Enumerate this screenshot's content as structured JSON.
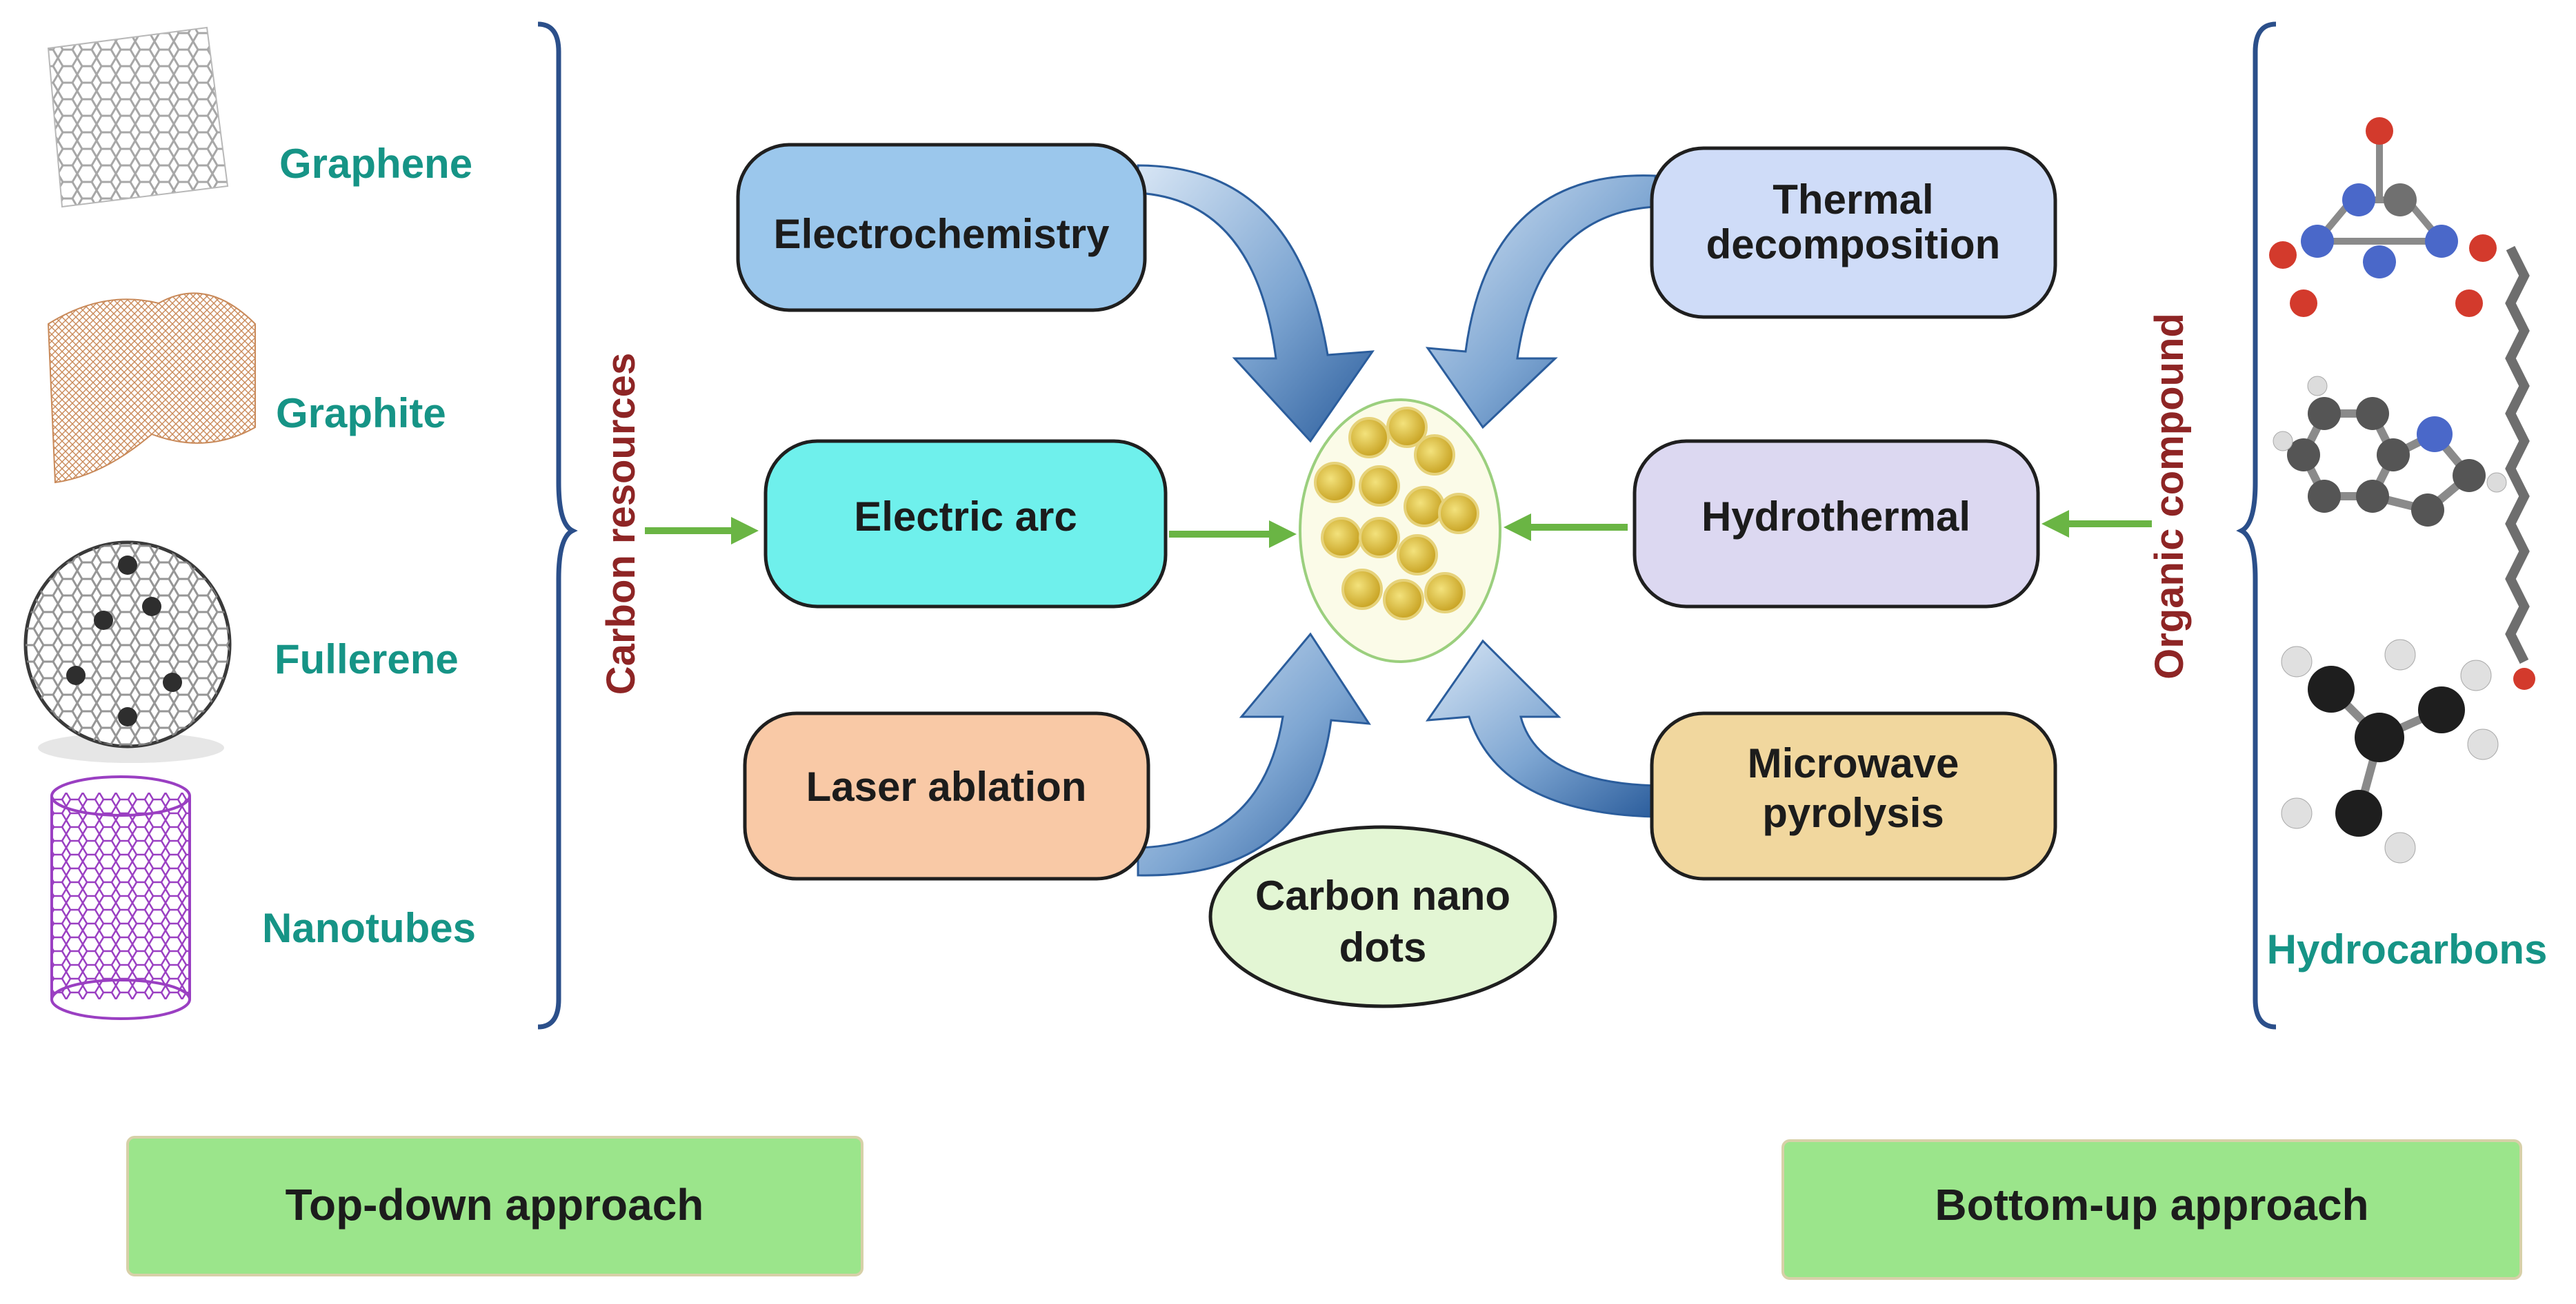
{
  "left_materials": [
    {
      "label": "Graphene"
    },
    {
      "label": "Graphite"
    },
    {
      "label": "Fullerene"
    },
    {
      "label": "Nanotubes"
    }
  ],
  "left_bracket_label": "Carbon resources",
  "right_bracket_label": "Organic compound",
  "right_material_label": "Hydrocarbons",
  "methods": {
    "electrochemistry": {
      "label": "Electrochemistry",
      "color": "#9bc7ec"
    },
    "electric_arc": {
      "label": "Electric arc",
      "color": "#6ff0ec"
    },
    "laser_ablation": {
      "label": "Laser ablation",
      "color": "#f9c9a6"
    },
    "thermal_decomposition": {
      "line1": "Thermal",
      "line2": "decomposition",
      "color": "#cfdcf8"
    },
    "hydrothermal": {
      "label": "Hydrothermal",
      "color": "#dcd8f1"
    },
    "microwave_pyrolysis": {
      "line1": "Microwave",
      "line2": "pyrolysis",
      "color": "#f1d79e"
    }
  },
  "center_label": {
    "line1": "Carbon nano",
    "line2": "dots"
  },
  "approaches": {
    "top_down": "Top-down approach",
    "bottom_up": "Bottom-up approach"
  },
  "colors": {
    "arrow_blue": "#2b5d9c",
    "arrow_green": "#6ab544",
    "bracket": "#2b4f8a",
    "teal_text": "#169486",
    "maroon_text": "#8e2525",
    "approach_fill": "#9be58b",
    "dot_fill": "#d9b93a"
  }
}
